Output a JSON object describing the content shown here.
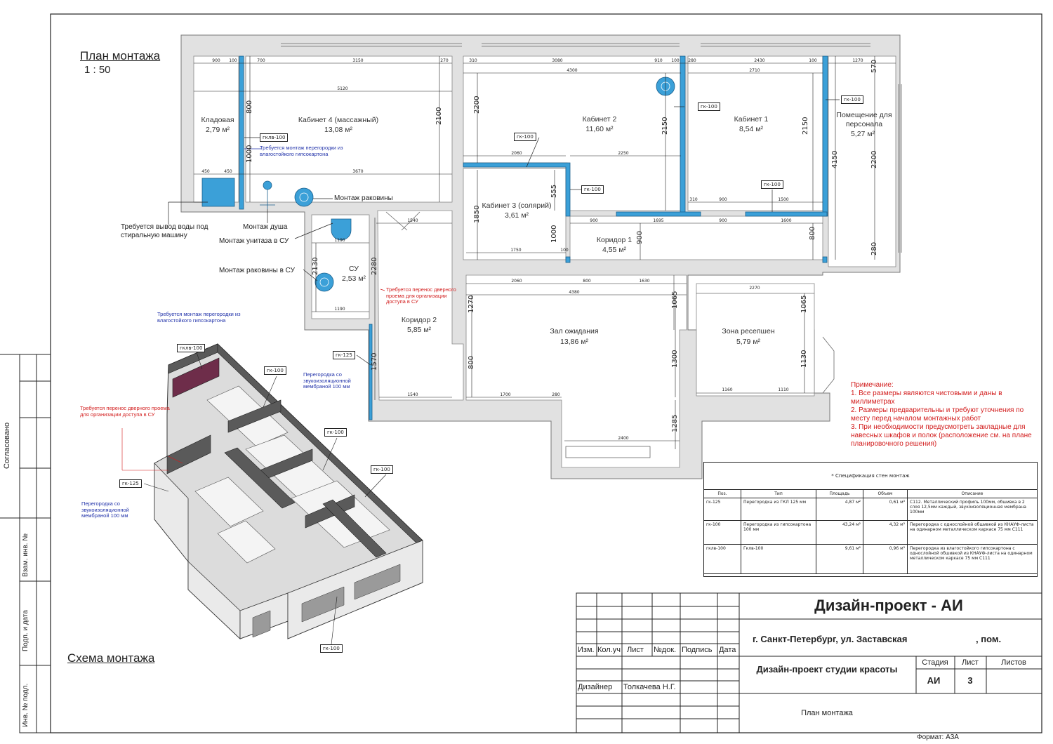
{
  "plan": {
    "title": "План монтажа",
    "scale": "1 : 50",
    "rooms": [
      {
        "name": "Кладовая",
        "area": "2,79 м²"
      },
      {
        "name": "Кабинет 4 (массажный)",
        "area": "13,08 м²"
      },
      {
        "name": "Кабинет 2",
        "area": "11,60 м²"
      },
      {
        "name": "Кабинет 1",
        "area": "8,54 м²"
      },
      {
        "name": "Помещение для персонала",
        "area": "5,27 м²"
      },
      {
        "name": "Кабинет 3 (солярий)",
        "area": "3,61 м²"
      },
      {
        "name": "Коридор 1",
        "area": "4,55 м²"
      },
      {
        "name": "СУ",
        "area": "2,53 м²"
      },
      {
        "name": "Коридор 2",
        "area": "5,85 м²"
      },
      {
        "name": "Зал ожидания",
        "area": "13,86 м²"
      },
      {
        "name": "Зона ресепшен",
        "area": "5,79 м²"
      }
    ],
    "labels": {
      "sink_install": "Монтаж раковины",
      "shower_install": "Монтаж душа",
      "toilet_install": "Монтаж унитаза в СУ",
      "sink_su_install": "Монтаж раковины в СУ",
      "washer": "Требуется вывод воды под стиральную машину"
    },
    "blue_notes": {
      "partition_moist": "Требуется монтаж перегородки из влагостойкого гипсокартона",
      "partition_membrane": "Перегородка со звукоизоляционной мембраной 100 мм"
    },
    "red_notes": {
      "door_move": "Требуется перенос дверного проема для организации доступа в СУ"
    },
    "tags": {
      "gk100": "гк-100",
      "gklv100": "гклв-100",
      "gk125": "гк-125"
    },
    "dims": {
      "d900": "900",
      "d100": "100",
      "d700": "700",
      "d3150": "3150",
      "d270": "270",
      "d310": "310",
      "d3080": "3080",
      "d910": "910",
      "d280": "280",
      "d2430": "2430",
      "d1270": "1270",
      "d5120": "5120",
      "d4300": "4300",
      "d2710": "2710",
      "d450": "450",
      "d3670": "3670",
      "d2060": "2060",
      "d2250": "2250",
      "d1500": "1500",
      "d1540": "1540",
      "d1695": "1695",
      "d1600": "1600",
      "d1750": "1750",
      "d1190": "1190",
      "d2280": "2280",
      "d4380": "4380",
      "d2270": "2270",
      "d1160": "1160",
      "d1110": "1110",
      "d1700": "1700",
      "d2400": "2400",
      "d1630": "1630",
      "d800": "800",
      "d2200": "2200",
      "d2100": "2100",
      "d2150": "2150",
      "d4150": "4150",
      "d1300": "1300",
      "d1130": "1130",
      "d1285": "1285",
      "d1065": "1065",
      "d1850": "1850",
      "d555": "555",
      "d1570": "1570",
      "d2130": "2130",
      "d1270v": "1270",
      "d1000": "1000",
      "d570": "570"
    }
  },
  "note": {
    "heading": "Примечание:",
    "items": [
      "1. Все размеры являются чистовыми и даны в миллиметрах",
      "2. Размеры предварительны и требуют уточнения по месту перед началом монтажных работ",
      "3. При необходимости предусмотреть закладные для навесных шкафов и полок (расположение см. на плане планировочного решения)"
    ]
  },
  "spec": {
    "title": "* Спецификация стен монтаж",
    "headers": [
      "Поз.",
      "Тип",
      "Площадь",
      "Объем",
      "Описание"
    ],
    "rows": [
      [
        "гк-125",
        "Перегородка из ГКЛ 125 мм",
        "4,87 м²",
        "0,61 м³",
        "С112. Металлический профиль 100мм, обшивка в 2 слоя 12,5мм каждый, звукоизоляционная мембрана 100мм"
      ],
      [
        "гк-100",
        "Перегородка из гипсокартона 100 мм",
        "43,24 м²",
        "4,32 м³",
        "Перегородка с однослойной обшивкой из КНАУФ-листа на одинарном металлическом каркасе 75 мм С111"
      ],
      [
        "гклв-100",
        "Гклв-100",
        "9,61 м²",
        "0,96 м³",
        "Перегородка из влагостойкого гипсокартона с однослойной обшивкой из КНАУФ-листа на одинарном металлическом каркасе 75 мм С111"
      ]
    ]
  },
  "scheme": {
    "title": "Схема монтажа"
  },
  "side": {
    "agreed": "Согласовано",
    "inv_replace": "Взам. инв. №",
    "sign_date": "Подп. и дата",
    "inv_orig": "Инв. № подл."
  },
  "titleblock": {
    "project": "Дизайн-проект - АИ",
    "address": "г. Санкт-Петербург, ул. Заставская",
    "address_end": ", пом.",
    "studio": "Дизайн-проект студии красоты",
    "sheet_name": "План монтажа",
    "cols": [
      "Изм.",
      "Кол.уч",
      "Лист",
      "№док.",
      "Подпись",
      "Дата"
    ],
    "designer_role": "Дизайнер",
    "designer_name": "Толкачева Н.Г.",
    "stage_h": "Стадия",
    "sheet_h": "Лист",
    "sheets_h": "Листов",
    "stage": "АИ",
    "sheet": "3",
    "format": "Формат: А3А"
  },
  "colors": {
    "wall": "#e1e1e1",
    "wall_line": "#777777",
    "partition": "#3ba0d8",
    "red": "#d21c1c",
    "blue": "#2233aa"
  }
}
